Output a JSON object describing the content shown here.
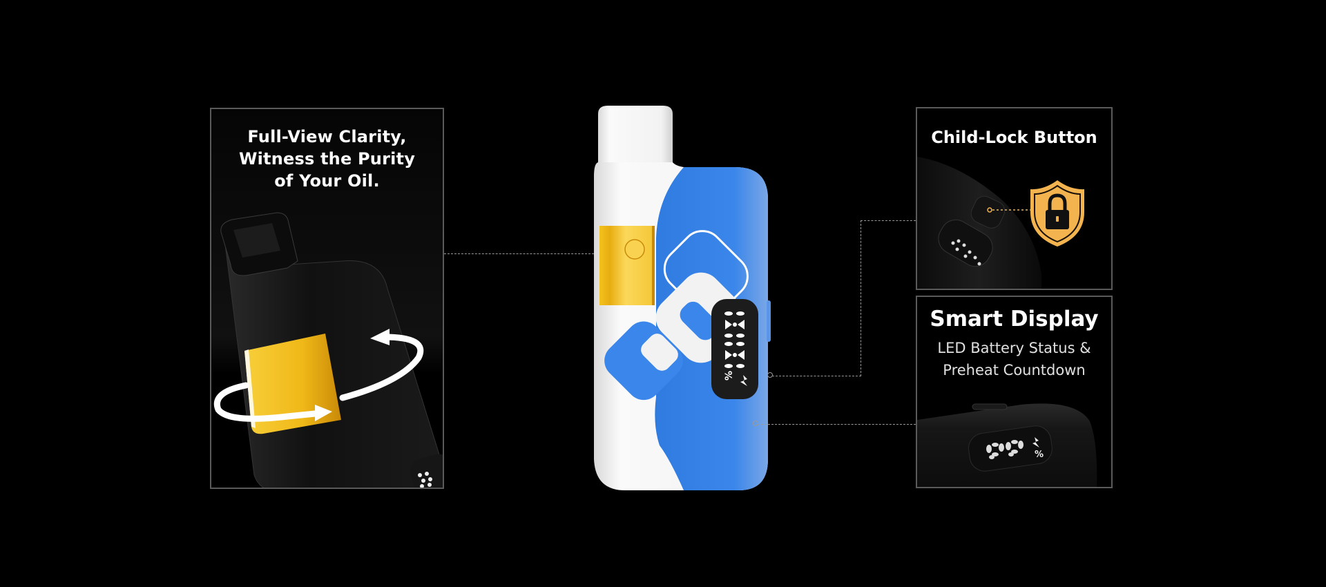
{
  "features": {
    "left": {
      "title_lines": [
        "Full-View Clarity,",
        "Witness the Purity",
        "of Your Oil."
      ],
      "image": "rotating-cartridge-closeup"
    },
    "top_right": {
      "title": "Child-Lock Button",
      "icon": "shield-lock-icon",
      "image": "side-button-closeup"
    },
    "bottom_right": {
      "title": "Smart Display",
      "subtitle_lines": [
        "LED Battery Status &",
        "Preheat  Countdown"
      ],
      "image": "led-display-closeup"
    }
  },
  "device": {
    "body_colors": {
      "white": "#f2f2f2",
      "blue": "#3a84e6",
      "oil": "#f5c12a"
    },
    "display_glyphs": [
      "%",
      "⚡"
    ]
  },
  "colors": {
    "background": "#000000",
    "panel_border": "#5a5a5a",
    "connector": "#9a9a9a",
    "shield": "#f3b44f"
  }
}
